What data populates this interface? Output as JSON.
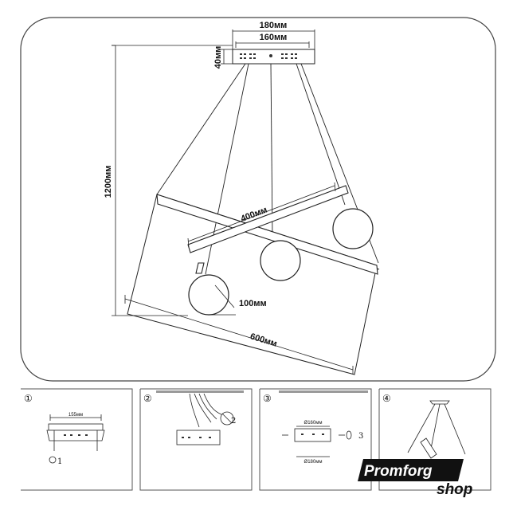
{
  "main": {
    "canopy_outer_width": "180мм",
    "canopy_inner_width": "160мм",
    "canopy_height": "40мм",
    "total_height": "1200мм",
    "bar_length": "400мм",
    "globe_diameter": "100мм",
    "frame_length": "600мм"
  },
  "steps": [
    {
      "number": "①",
      "width_label": "155мм",
      "note": "1"
    },
    {
      "number": "②",
      "note": "2"
    },
    {
      "number": "③",
      "inner_label": "Ø160мм",
      "outer_label": "Ø180мм",
      "note": "3"
    },
    {
      "number": "④"
    }
  ],
  "logo": {
    "line1": "Promforg",
    "line2": "shop"
  }
}
